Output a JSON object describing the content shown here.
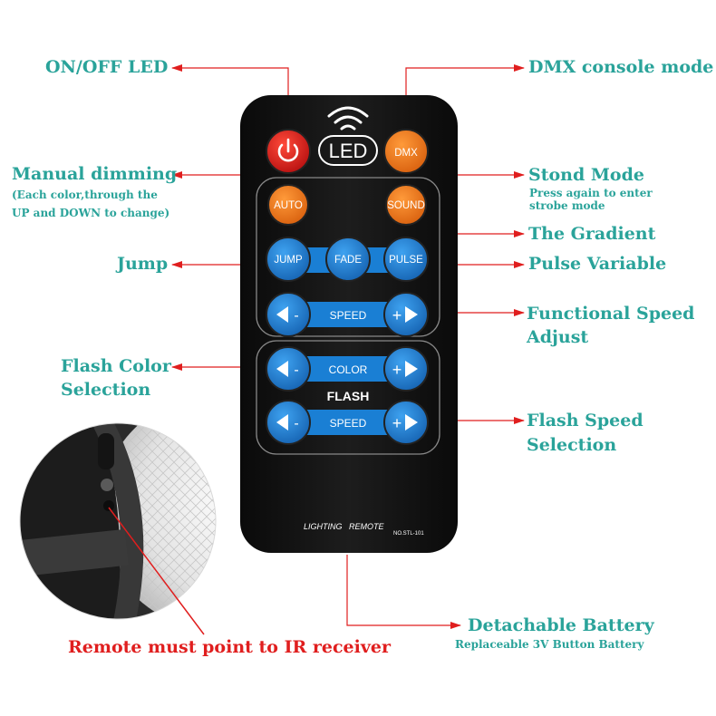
{
  "remote": {
    "power_symbol": "⏻",
    "led_label": "LED",
    "dmx_label": "DMX",
    "auto_label": "AUTO",
    "sound_label": "SOUND",
    "jump_label": "JUMP",
    "fade_label": "FADE",
    "pulse_label": "PULSE",
    "speed_label": "SPEED",
    "color_label": "COLOR",
    "flash_label": "FLASH",
    "minus": "-",
    "plus": "+",
    "brand_text": "LIGHTING   REMOTE",
    "model_text": "NO.STL-101"
  },
  "annotations": {
    "on_off_led": "ON/OFF LED",
    "dmx_console_mode": "DMX console mode",
    "manual_dimming": "Manual dimming",
    "manual_dimming_note_1": "(Each color,through the",
    "manual_dimming_note_2": "UP and DOWN to change)",
    "stond_mode": "Stond Mode",
    "stond_mode_note_1": "Press again to enter",
    "stond_mode_note_2": "strobe mode",
    "the_gradient": "The Gradient",
    "jump": "Jump",
    "pulse_variable": "Pulse Variable",
    "functional_speed_1": "Functional Speed",
    "functional_speed_2": "Adjust",
    "flash_color_1": "Flash Color",
    "flash_color_2": "Selection",
    "flash_speed_1": "Flash Speed",
    "flash_speed_2": "Selection",
    "detachable_battery": "Detachable Battery",
    "battery_note": "Replaceable 3V Button Battery",
    "ir_receiver": "Remote must point to IR receiver"
  },
  "colors": {
    "teal": "#2aa39a",
    "red": "#e01e1e",
    "blue": "#1a7fd4",
    "orange": "#f07a1e",
    "power_red": "#d61d1d"
  }
}
